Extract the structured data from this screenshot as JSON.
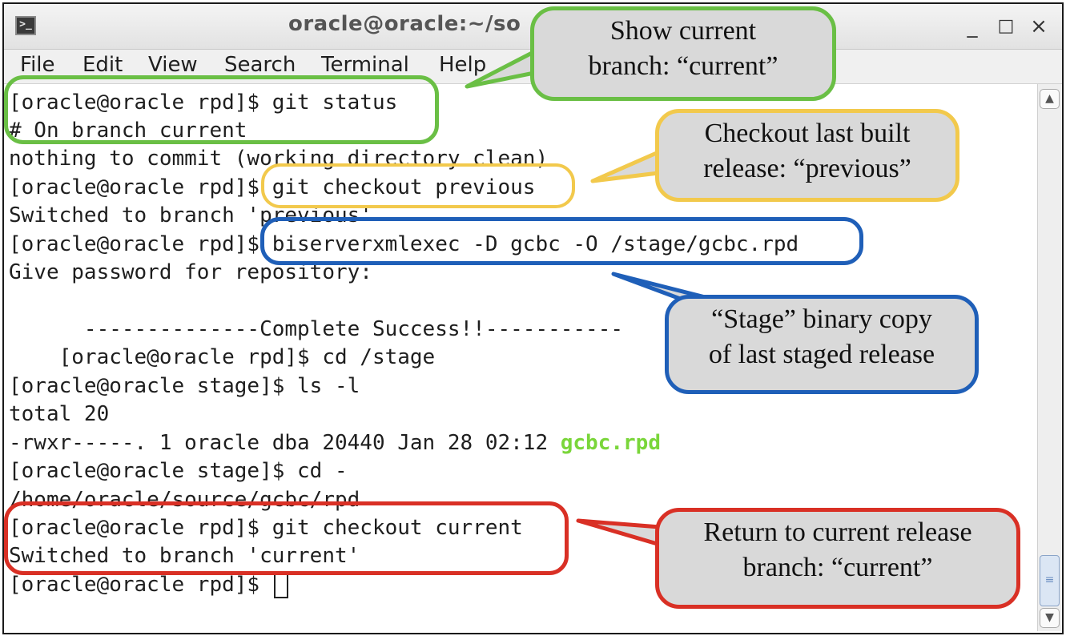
{
  "window": {
    "title": "oracle@oracle:~/so",
    "app_icon": "terminal-icon",
    "buttons": {
      "minimize": "_",
      "maximize": "□",
      "close": "×"
    }
  },
  "menu": {
    "items": [
      "File",
      "Edit",
      "View",
      "Search",
      "Terminal",
      "Help"
    ]
  },
  "terminal": {
    "lines": [
      "[oracle@oracle rpd]$ git status",
      "# On branch current",
      "nothing to commit (working directory clean)",
      "[oracle@oracle rpd]$ git checkout previous",
      "Switched to branch 'previous'",
      "[oracle@oracle rpd]$ biserverxmlexec -D gcbc -O /stage/gcbc.rpd",
      "Give password for repository:",
      "",
      "      --------------Complete Success!!-----------",
      "    [oracle@oracle rpd]$ cd /stage",
      "[oracle@oracle stage]$ ls -l",
      "total 20",
      "-rwxr-----. 1 oracle dba 20440 Jan 28 02:12 ",
      "[oracle@oracle stage]$ cd -",
      "/home/oracle/source/gcbc/rpd",
      "[oracle@oracle rpd]$ git checkout current",
      "Switched to branch 'current'",
      "[oracle@oracle rpd]$ "
    ],
    "file_highlight": "gcbc.rpd",
    "file_highlight_color": "#7ad63a"
  },
  "callouts": {
    "status": {
      "lines": [
        "Show current",
        "branch: “current”"
      ],
      "color": "#6abf45"
    },
    "checkout_previous": {
      "lines": [
        "Checkout last built",
        "release: “previous”"
      ],
      "color": "#f2c94c"
    },
    "stage": {
      "lines": [
        "“Stage” binary copy",
        "of last staged release"
      ],
      "color": "#1f5fb8"
    },
    "return": {
      "lines": [
        "Return to current release",
        "branch: “current”"
      ],
      "color": "#d93025"
    }
  }
}
